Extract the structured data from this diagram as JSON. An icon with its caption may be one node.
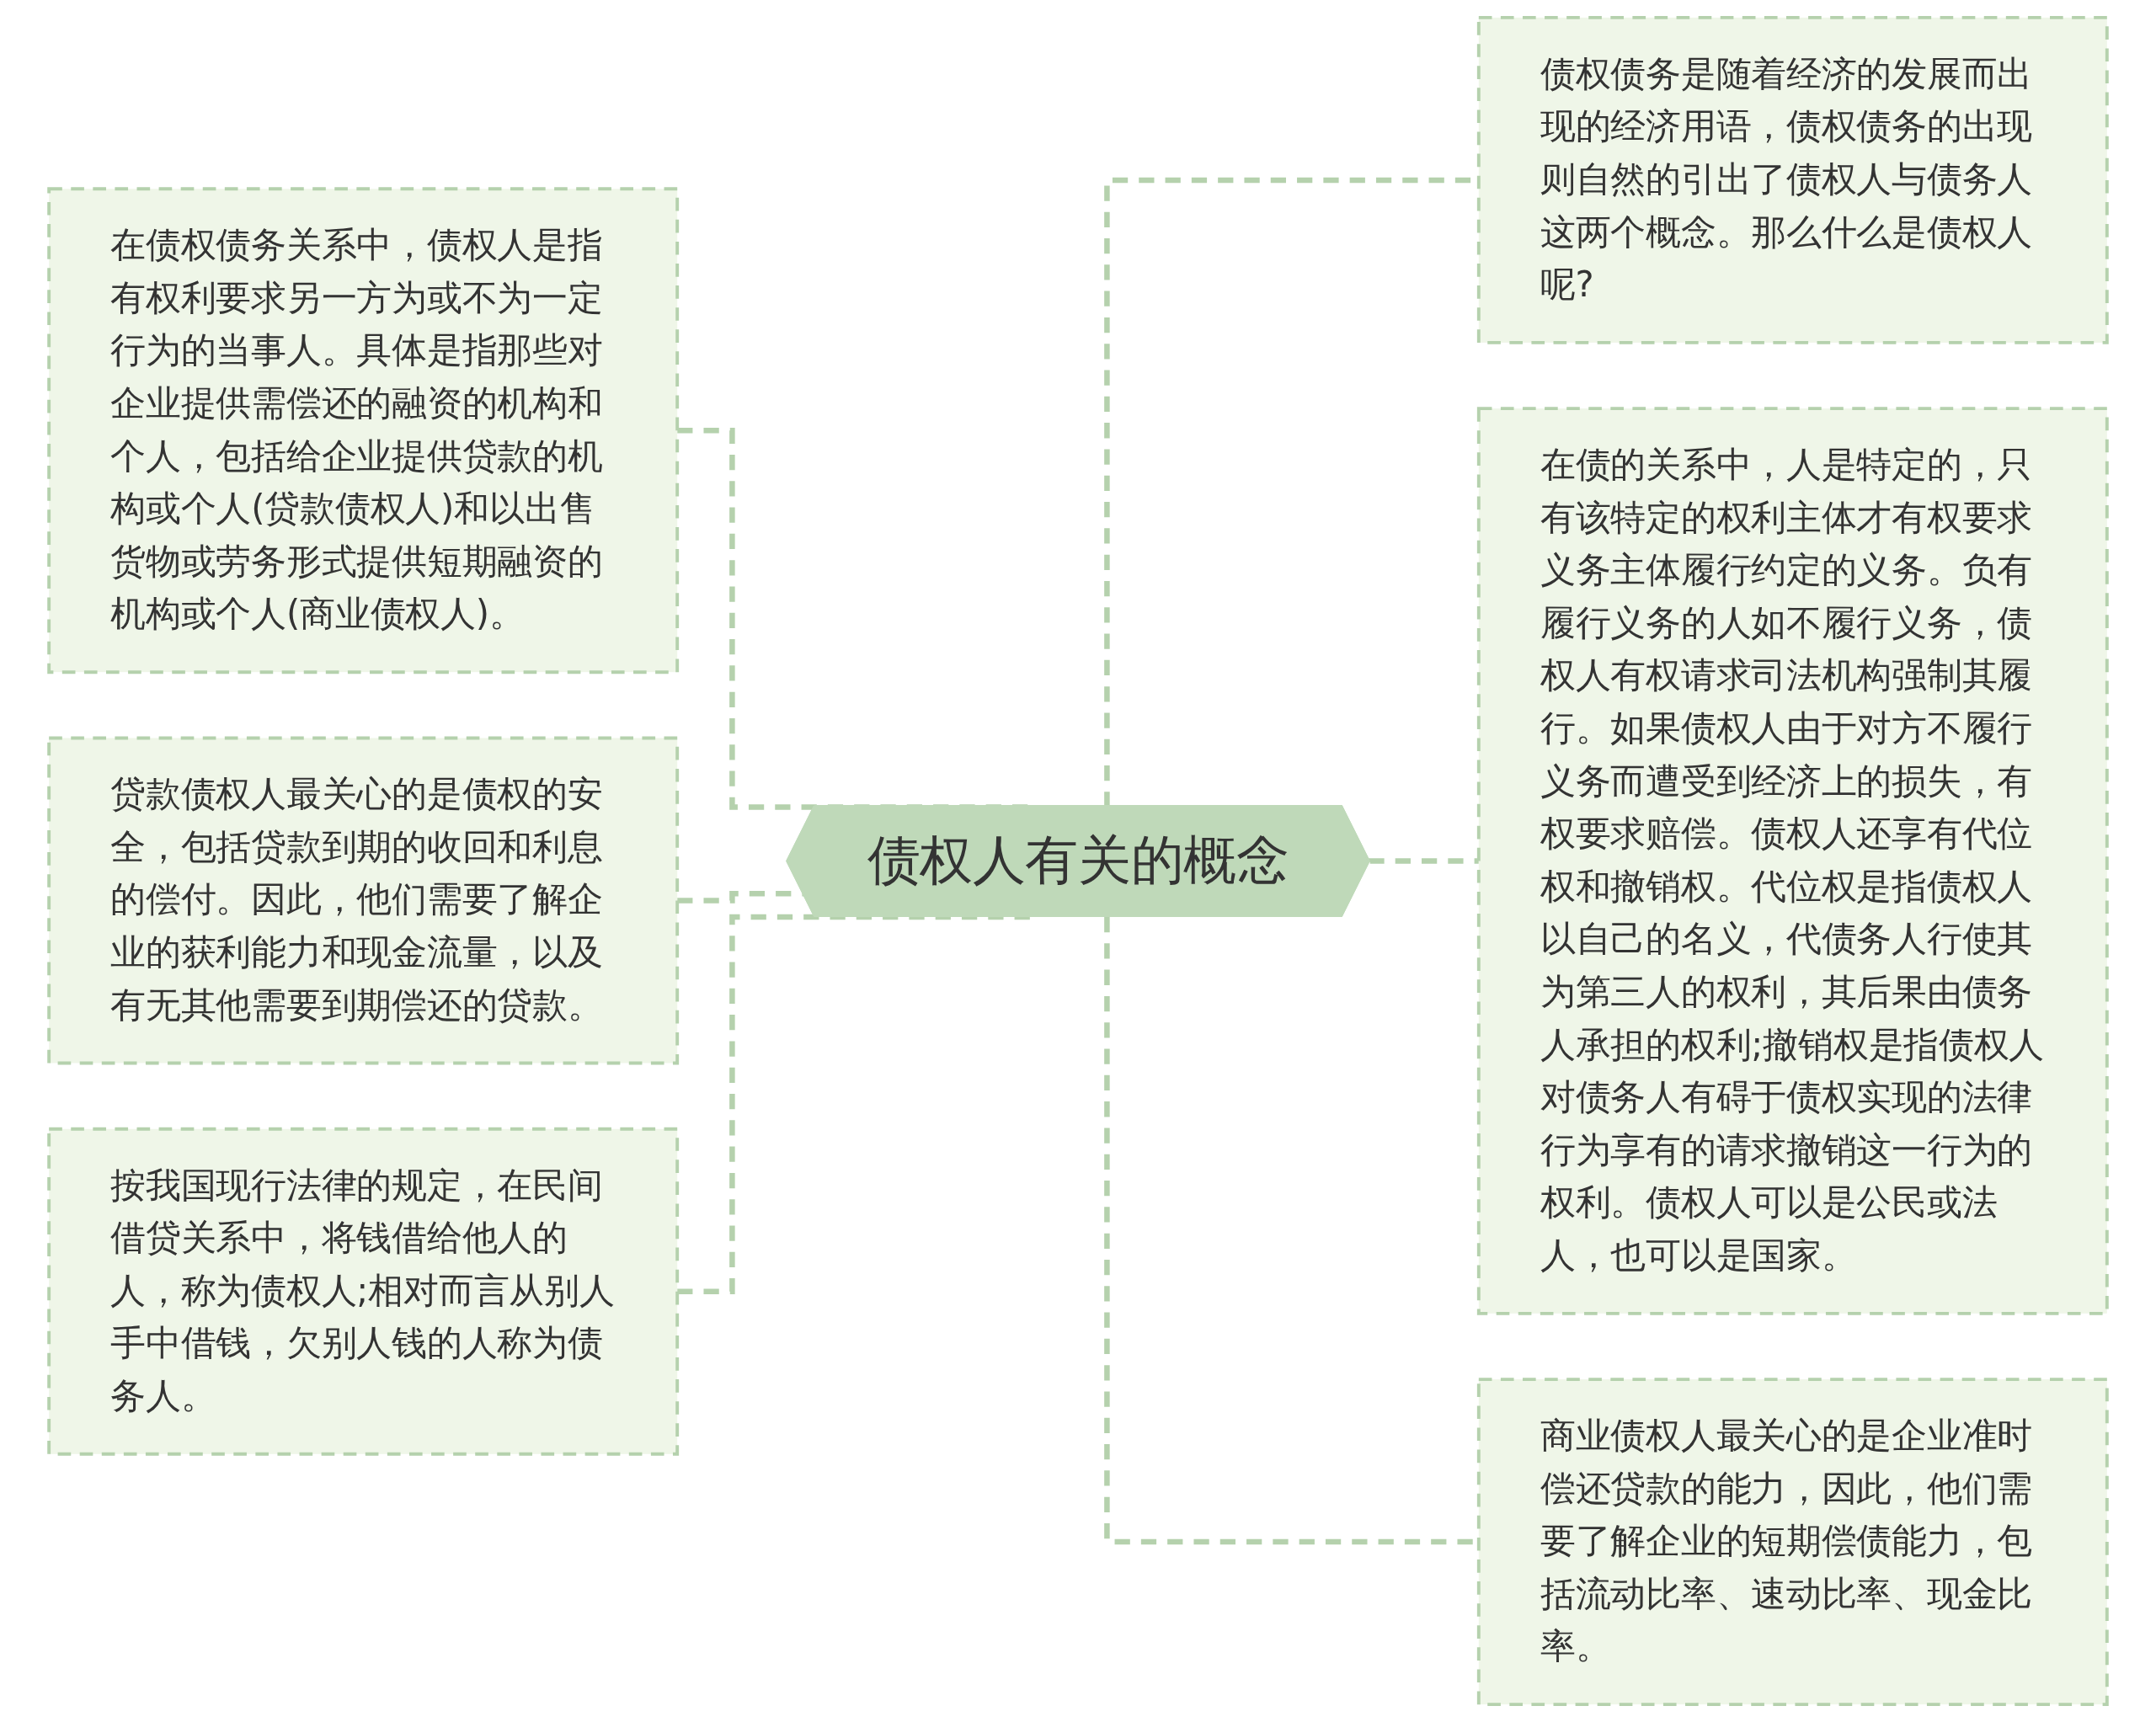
{
  "diagram": {
    "nodes": [
      {
        "text": [
          "债权人有关的概念"
        ]
      },
      {
        "text": [
          "在债权债务关系中，债权人是指有权利要求另一方为或不为一定行为的当事人。具体是指那些对企业提供需偿还的融资的机构和个人，包括给企业提供贷款的机构或个人(贷款债权人)和以出售货物或劳务形式提供短期融资的机构或个人(商业债权人)。"
        ]
      },
      {
        "text": [
          "贷款债权人最关心的是债权的安全，包括贷款到期的收回和利息的偿付。因此，他们需要了解企业的获利能力和现金流量，以及有无其他需要到期偿还的贷款。"
        ]
      },
      {
        "text": [
          "按我国现行法律的规定，在民间借贷关系中，将钱借给他人的人，称为债权人;相对而言从别人手中借钱，欠别人钱的人称为债务人。"
        ]
      },
      {
        "text": [
          "债权债务是随着经济的发展而出现的经济用语，债权债务的出现则自然的引出了债权人与债务人这两个概念。那么什么是债权人呢?"
        ]
      },
      {
        "text": [
          "在债的关系中，人是特定的，只有该特定的权利主体才有权要求义务主体履行约定的义务。负有履行义务的人如不履行义务，债权人有权请求司法机构强制其履行。如果债权人由于对方不履行义务而遭受到经济上的损失，有权要求赔偿。债权人还享有代位权和撤销权。代位权是指债权人以自己的名义，代债务人行使其为第三人的权利，其后果由债务人承担的权利;撤销权是指债权人对债务人有碍于债权实现的法律行为享有的请求撤销这一行为的权利。债权人可以是公民或法人，也可以是国家。"
        ]
      },
      {
        "text": [
          "商业债权人最关心的是企业准时偿还贷款的能力，因此，他们需要了解企业的短期偿债能力，包括流动比率、速动比率、现金比率。"
        ]
      }
    ],
    "edges": [
      {
        "from": 1,
        "to": 0,
        "arrow": "none",
        "style": "dashed"
      },
      {
        "from": 2,
        "to": 0,
        "arrow": "none",
        "style": "dashed"
      },
      {
        "from": 3,
        "to": 0,
        "arrow": "none",
        "style": "dashed"
      },
      {
        "from": 0,
        "to": 4,
        "arrow": "none",
        "style": "dashed"
      },
      {
        "from": 0,
        "to": 5,
        "arrow": "none",
        "style": "dashed"
      },
      {
        "from": 0,
        "to": 6,
        "arrow": "none",
        "style": "dashed"
      }
    ]
  }
}
